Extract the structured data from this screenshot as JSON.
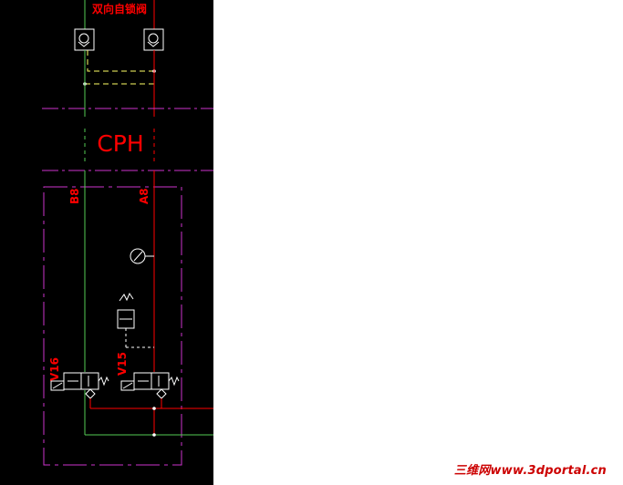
{
  "diagram": {
    "valve_title": "双向自锁阀",
    "block_label": "CPH",
    "port_left": "B8",
    "port_right": "A8",
    "valve_left": "V16",
    "valve_right": "V15"
  },
  "watermark": "三维网www.3dportal.cn",
  "colors": {
    "background": "#000000",
    "red_line": "#ff0000",
    "green_line": "#55cc55",
    "magenta": "#cc33cc",
    "yellow": "#ffff66",
    "white": "#ffffff"
  }
}
